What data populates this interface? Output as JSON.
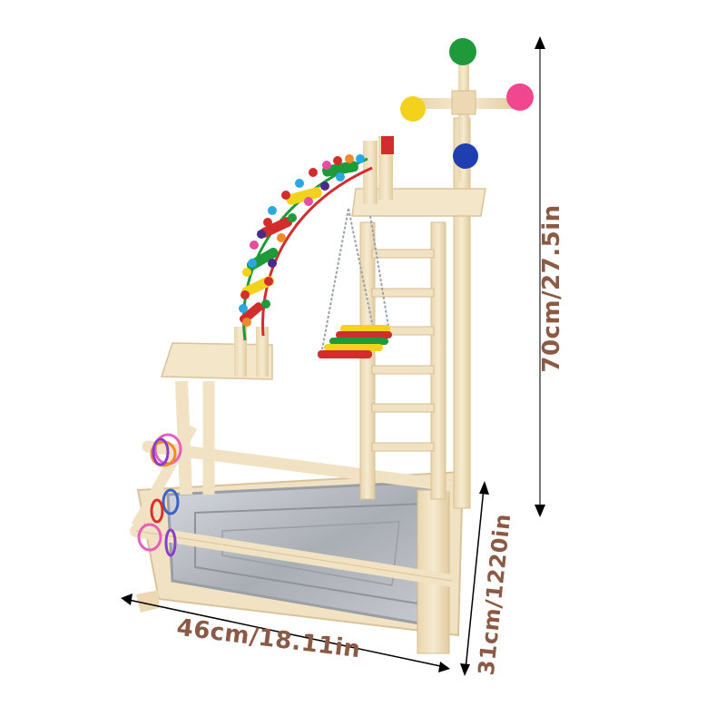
{
  "image": {
    "subject": "Wooden bird play stand with ladder, swing, bead ladder arch, toy balls, rings and metal tray",
    "background": "#ffffff"
  },
  "dimensions": {
    "height_label": "70cm/27.5in",
    "depth_label": "31cm/1220in",
    "width_label": "46cm/18.11in",
    "label_color": "#8a5a44",
    "arrow_color": "#000000"
  },
  "product_parts": {
    "top_toy_balls": [
      {
        "name": "green-ball",
        "color": "#1f9a3a"
      },
      {
        "name": "pink-ball",
        "color": "#f0478f"
      },
      {
        "name": "yellow-ball",
        "color": "#f2d21c"
      },
      {
        "name": "blue-ball",
        "color": "#1f3fb0"
      }
    ],
    "rings_colors": [
      "#e65fb8",
      "#f08a2a",
      "#8a3fc8",
      "#3a62c8",
      "#d8302a"
    ],
    "wood_color": "#f1e2c3",
    "tray_color": "#b9bcc2"
  }
}
